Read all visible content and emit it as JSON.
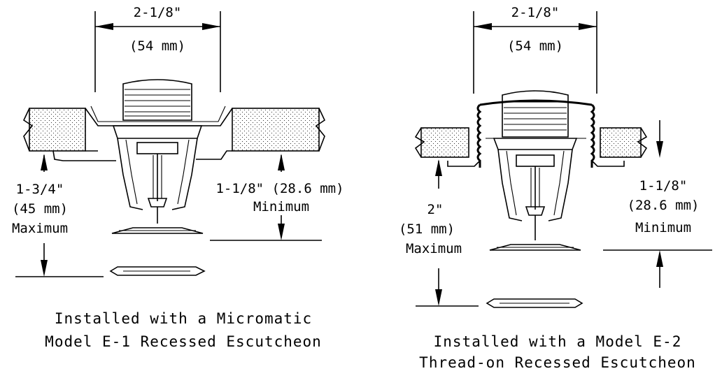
{
  "left": {
    "width_in": "2-1/8\"",
    "width_mm": "(54 mm)",
    "max_line1": "1-3/4\"",
    "max_line2": "(45 mm)",
    "max_line3": "Maximum",
    "min_line1": "1-1/8\" (28.6 mm)",
    "min_line2": "Minimum",
    "caption_line1": "Installed with a Micromatic",
    "caption_line2": "Model E-1 Recessed Escutcheon"
  },
  "right": {
    "width_in": "2-1/8\"",
    "width_mm": "(54 mm)",
    "max_line1": "2\"",
    "max_line2": "(51 mm)",
    "max_line3": "Maximum",
    "min_line1": "1-1/8\"",
    "min_line2": "(28.6 mm)",
    "min_line3": "Minimum",
    "caption_line1": "Installed with a Model E-2",
    "caption_line2": "Thread-on Recessed Escutcheon"
  }
}
